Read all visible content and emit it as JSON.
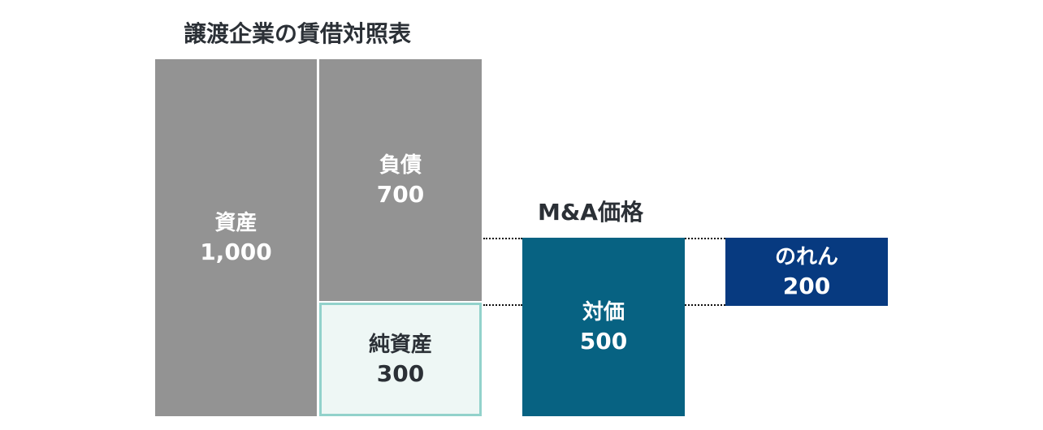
{
  "titles": {
    "balance_sheet": "譲渡企業の賃借対照表",
    "ma_price": "M&A価格"
  },
  "blocks": {
    "assets": {
      "label": "資産",
      "value": "1,000"
    },
    "liabilities": {
      "label": "負債",
      "value": "700"
    },
    "net_assets": {
      "label": "純資産",
      "value": "300"
    },
    "consideration": {
      "label": "対価",
      "value": "500"
    },
    "goodwill": {
      "label": "のれん",
      "value": "200"
    }
  },
  "colors": {
    "gray": "#939393",
    "net_assets_fill": "#eef7f5",
    "net_assets_border": "#92d2cb",
    "consideration": "#076282",
    "goodwill": "#073a80",
    "title_text": "#2b3036"
  }
}
